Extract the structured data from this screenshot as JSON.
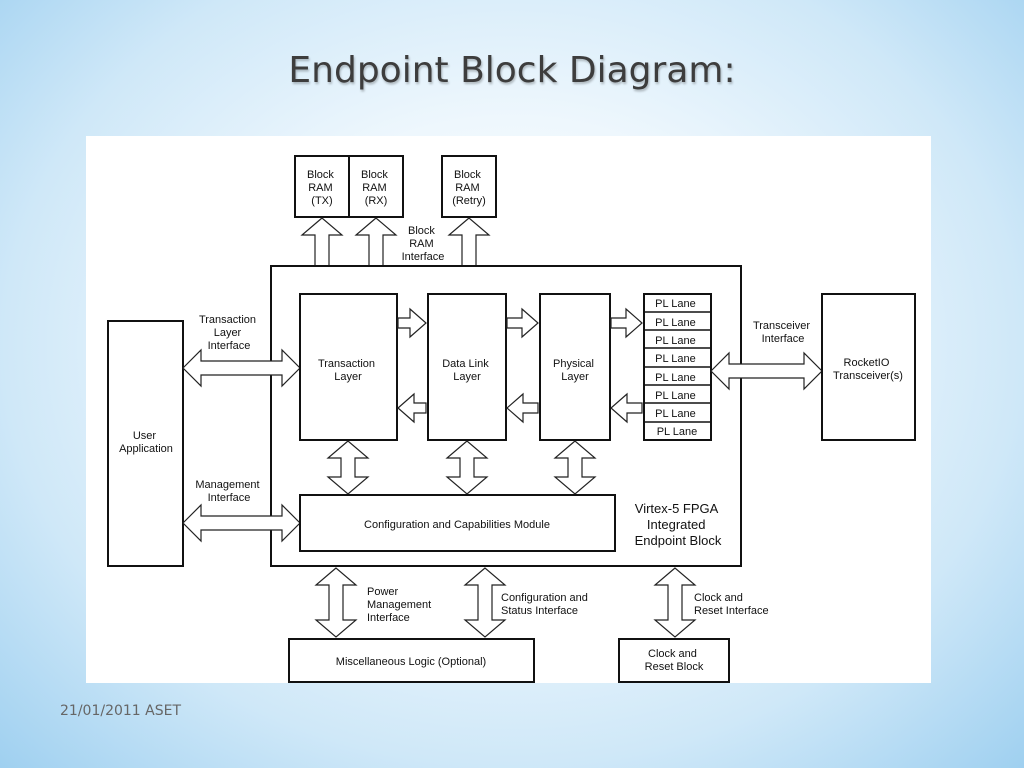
{
  "slide": {
    "title": "Endpoint Block Diagram:",
    "footer": "21/01/2011 ASET"
  },
  "diagram": {
    "block_ram_tx": [
      "Block",
      "RAM",
      "(TX)"
    ],
    "block_ram_rx": [
      "Block",
      "RAM",
      "(RX)"
    ],
    "block_ram_retry": [
      "Block",
      "RAM",
      "(Retry)"
    ],
    "block_ram_interface": [
      "Block",
      "RAM",
      "Interface"
    ],
    "user_application": [
      "User",
      "Application"
    ],
    "transaction_layer_interface": [
      "Transaction",
      "Layer",
      "Interface"
    ],
    "management_interface": [
      "Management",
      "Interface"
    ],
    "transaction_layer": [
      "Transaction",
      "Layer"
    ],
    "data_link_layer": [
      "Data Link",
      "Layer"
    ],
    "physical_layer": [
      "Physical",
      "Layer"
    ],
    "pl_lanes": [
      "PL Lane",
      "PL Lane",
      "PL Lane",
      "PL Lane",
      "PL Lane",
      "PL Lane",
      "PL Lane",
      "PL Lane"
    ],
    "transceiver_interface": [
      "Transceiver",
      "Interface"
    ],
    "rocketio": [
      "RocketIO",
      "Transceiver(s)"
    ],
    "config_module": "Configuration and Capabilities Module",
    "fpga_label": [
      "Virtex-5 FPGA",
      "Integrated",
      "Endpoint Block"
    ],
    "power_mgmt_interface": [
      "Power",
      "Management",
      "Interface"
    ],
    "config_status_interface": [
      "Configuration and",
      "Status Interface"
    ],
    "clock_reset_interface": [
      "Clock and",
      "Reset Interface"
    ],
    "misc_logic": "Miscellaneous Logic (Optional)",
    "clock_reset_block": [
      "Clock and",
      "Reset Block"
    ]
  }
}
